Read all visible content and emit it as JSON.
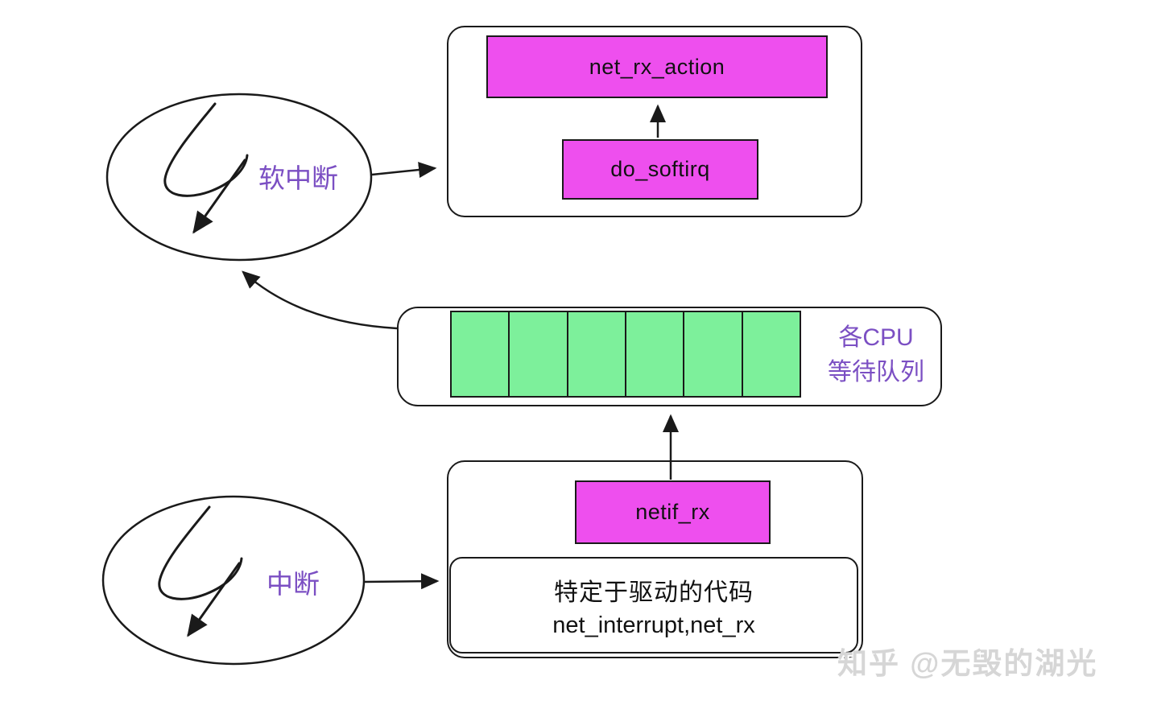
{
  "colors": {
    "magenta": "#EE4FEE",
    "green": "#7DF09B",
    "purple": "#7B4FC3",
    "stroke": "#1a1a1a",
    "watermark": "#d6d6d6"
  },
  "nodes": {
    "softirq_ellipse": {
      "label": "软中断"
    },
    "interrupt_ellipse": {
      "label": "中断"
    },
    "softirq_container": {
      "net_rx_action_label": "net_rx_action",
      "do_softirq_label": "do_softirq"
    },
    "cpu_queue": {
      "label_line1": "各CPU",
      "label_line2": "等待队列",
      "cell_count": 6
    },
    "driver_container": {
      "netif_rx_label": "netif_rx",
      "driver_code_line1": "特定于驱动的代码",
      "driver_code_line2": "net_interrupt,net_rx"
    }
  },
  "watermark": "知乎 @无毁的湖光"
}
